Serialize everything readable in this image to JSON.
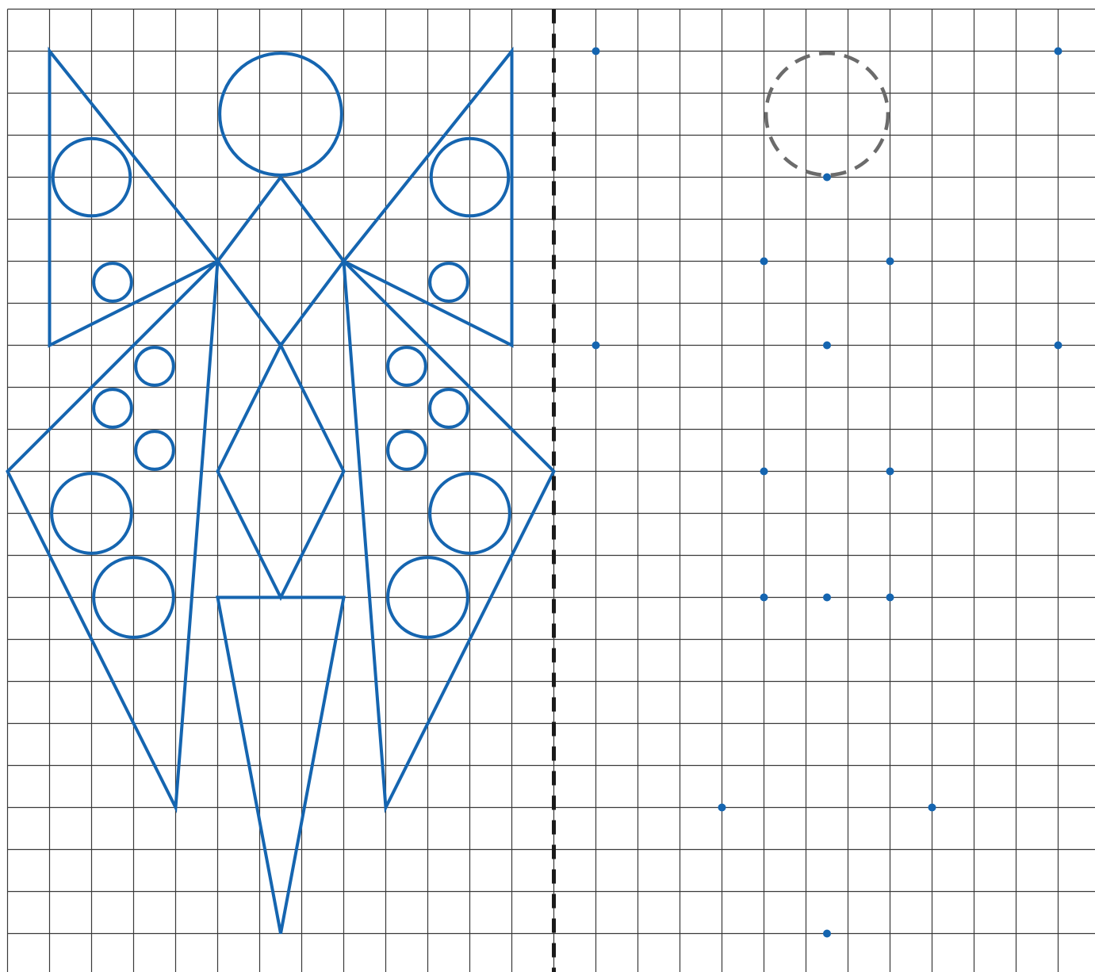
{
  "worksheet": {
    "colors": {
      "grid_line": "#3a3a3a",
      "shape_stroke": "#1565b0",
      "guide_point": "#1565b0",
      "mirror_line": "#1a1a1a",
      "hint_circle": "#6b6b6b"
    },
    "grid": {
      "columns": 26,
      "rows": 23
    },
    "mirror_axis": {
      "column": 13,
      "style": "dashed"
    },
    "butterfly_outline": {
      "polygons": [
        {
          "name": "upper-left-wing-triangle",
          "points": [
            [
              1,
              1
            ],
            [
              1,
              8
            ],
            [
              5,
              6
            ]
          ]
        },
        {
          "name": "upper-right-wing-triangle",
          "points": [
            [
              12,
              1
            ],
            [
              12,
              8
            ],
            [
              8,
              6
            ]
          ]
        },
        {
          "name": "head-diamond",
          "points": [
            [
              6.5,
              4
            ],
            [
              8,
              6
            ],
            [
              6.5,
              8
            ],
            [
              5,
              6
            ]
          ]
        },
        {
          "name": "body-diamond",
          "points": [
            [
              6.5,
              8
            ],
            [
              8,
              11
            ],
            [
              6.5,
              14
            ],
            [
              5,
              11
            ]
          ]
        },
        {
          "name": "tail-triangle",
          "points": [
            [
              5,
              14
            ],
            [
              8,
              14
            ],
            [
              6.5,
              22
            ]
          ]
        },
        {
          "name": "lower-left-wing",
          "points": [
            [
              5,
              6
            ],
            [
              0,
              11
            ],
            [
              4,
              19
            ]
          ]
        },
        {
          "name": "lower-right-wing",
          "points": [
            [
              8,
              6
            ],
            [
              13,
              11
            ],
            [
              9,
              19
            ]
          ]
        }
      ],
      "circles": [
        {
          "name": "head-circle",
          "center": [
            6.5,
            2.5
          ],
          "radius": 1.45
        },
        {
          "name": "left-wing-circle-large-top",
          "center": [
            2,
            4
          ],
          "radius": 0.92
        },
        {
          "name": "right-wing-circle-large-top",
          "center": [
            11,
            4
          ],
          "radius": 0.92
        },
        {
          "name": "left-wing-circle-small-top",
          "center": [
            2.5,
            6.5
          ],
          "radius": 0.45
        },
        {
          "name": "right-wing-circle-small-top",
          "center": [
            10.5,
            6.5
          ],
          "radius": 0.45
        },
        {
          "name": "left-spot-1",
          "center": [
            3.5,
            8.5
          ],
          "radius": 0.45
        },
        {
          "name": "left-spot-2",
          "center": [
            2.5,
            9.5
          ],
          "radius": 0.45
        },
        {
          "name": "left-spot-3",
          "center": [
            3.5,
            10.5
          ],
          "radius": 0.45
        },
        {
          "name": "right-spot-1",
          "center": [
            9.5,
            8.5
          ],
          "radius": 0.45
        },
        {
          "name": "right-spot-2",
          "center": [
            10.5,
            9.5
          ],
          "radius": 0.45
        },
        {
          "name": "right-spot-3",
          "center": [
            9.5,
            10.5
          ],
          "radius": 0.45
        },
        {
          "name": "left-wing-circle-large-mid",
          "center": [
            2,
            12
          ],
          "radius": 0.95
        },
        {
          "name": "right-wing-circle-large-mid",
          "center": [
            11,
            12
          ],
          "radius": 0.95
        },
        {
          "name": "left-wing-circle-large-low",
          "center": [
            3,
            14
          ],
          "radius": 0.95
        },
        {
          "name": "right-wing-circle-large-low",
          "center": [
            10,
            14
          ],
          "radius": 0.95
        }
      ]
    },
    "reflection_guide": {
      "points": [
        [
          14,
          1
        ],
        [
          25,
          1
        ],
        [
          19.5,
          4
        ],
        [
          18,
          6
        ],
        [
          21,
          6
        ],
        [
          14,
          8
        ],
        [
          19.5,
          8
        ],
        [
          25,
          8
        ],
        [
          18,
          11
        ],
        [
          21,
          11
        ],
        [
          18,
          14
        ],
        [
          19.5,
          14
        ],
        [
          21,
          14
        ],
        [
          17,
          19
        ],
        [
          22,
          19
        ],
        [
          19.5,
          22
        ]
      ],
      "hint_circle": {
        "center": [
          19.5,
          2.5
        ],
        "radius": 1.45
      }
    }
  }
}
